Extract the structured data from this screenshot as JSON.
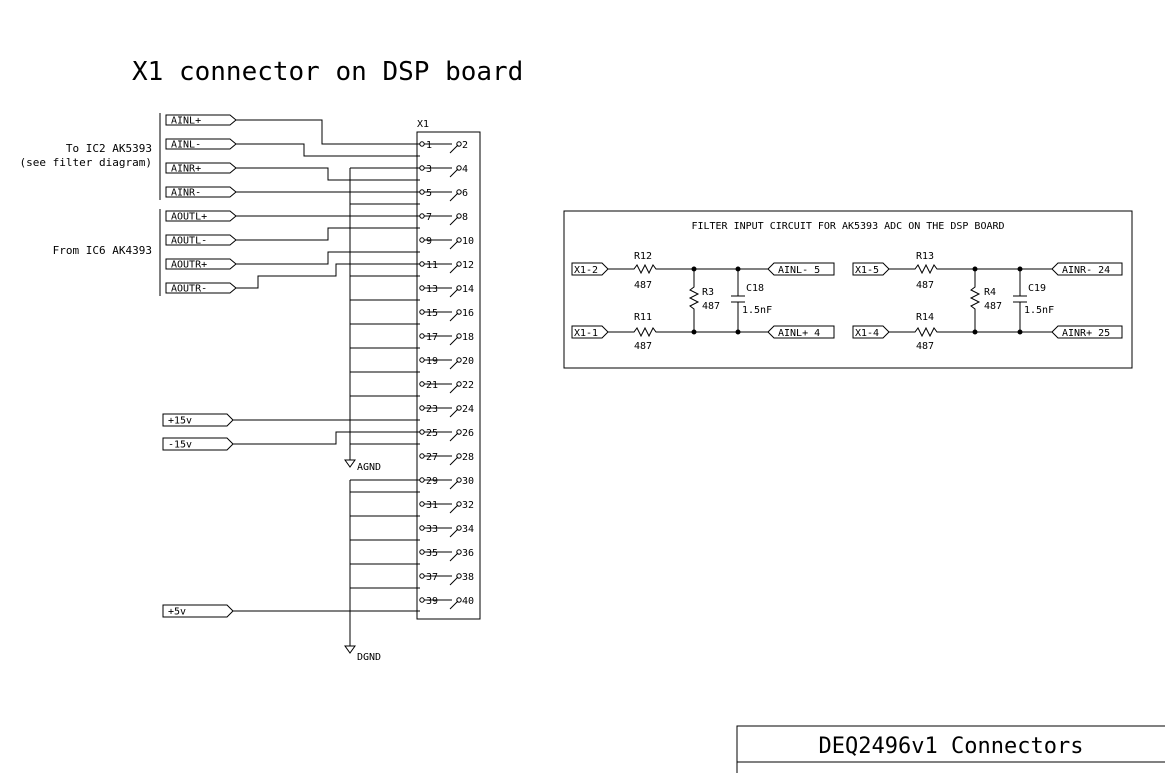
{
  "page_title": "X1 connector on DSP board",
  "connector": {
    "ref": "X1",
    "pins_left": [
      "1",
      "3",
      "5",
      "7",
      "9",
      "11",
      "13",
      "15",
      "17",
      "19",
      "21",
      "23",
      "25",
      "27",
      "29",
      "31",
      "33",
      "35",
      "37",
      "39"
    ],
    "pins_right": [
      "2",
      "4",
      "6",
      "8",
      "10",
      "12",
      "14",
      "16",
      "18",
      "20",
      "22",
      "24",
      "26",
      "28",
      "30",
      "32",
      "34",
      "36",
      "38",
      "40"
    ]
  },
  "ports": {
    "ain": [
      "AINL+",
      "AINL-",
      "AINR+",
      "AINR-"
    ],
    "aout": [
      "AOUTL+",
      "AOUTL-",
      "AOUTR+",
      "AOUTR-"
    ],
    "power": [
      "+15v",
      "-15v",
      "+5v"
    ]
  },
  "groups": {
    "ain_note_line1": "To IC2 AK5393",
    "ain_note_line2": "(see filter diagram)",
    "aout_note": "From IC6 AK4393"
  },
  "grounds": {
    "analog": "AGND",
    "digital": "DGND"
  },
  "filter": {
    "title": "FILTER INPUT CIRCUIT FOR AK5393 ADC ON THE DSP BOARD",
    "left": {
      "in_top": "X1-2",
      "in_bot": "X1-1",
      "r_top": "R12",
      "r_top_val": "487",
      "r_bot": "R11",
      "r_bot_val": "487",
      "r_shunt": "R3",
      "r_shunt_val": "487",
      "cap": "C18",
      "cap_val": "1.5nF",
      "out_top": "AINL- 5",
      "out_bot": "AINL+ 4"
    },
    "right": {
      "in_top": "X1-5",
      "in_bot": "X1-4",
      "r_top": "R13",
      "r_top_val": "487",
      "r_bot": "R14",
      "r_bot_val": "487",
      "r_shunt": "R4",
      "r_shunt_val": "487",
      "cap": "C19",
      "cap_val": "1.5nF",
      "out_top": "AINR- 24",
      "out_bot": "AINR+ 25"
    }
  },
  "title_block": {
    "title": "DEQ2496v1 Connectors"
  }
}
